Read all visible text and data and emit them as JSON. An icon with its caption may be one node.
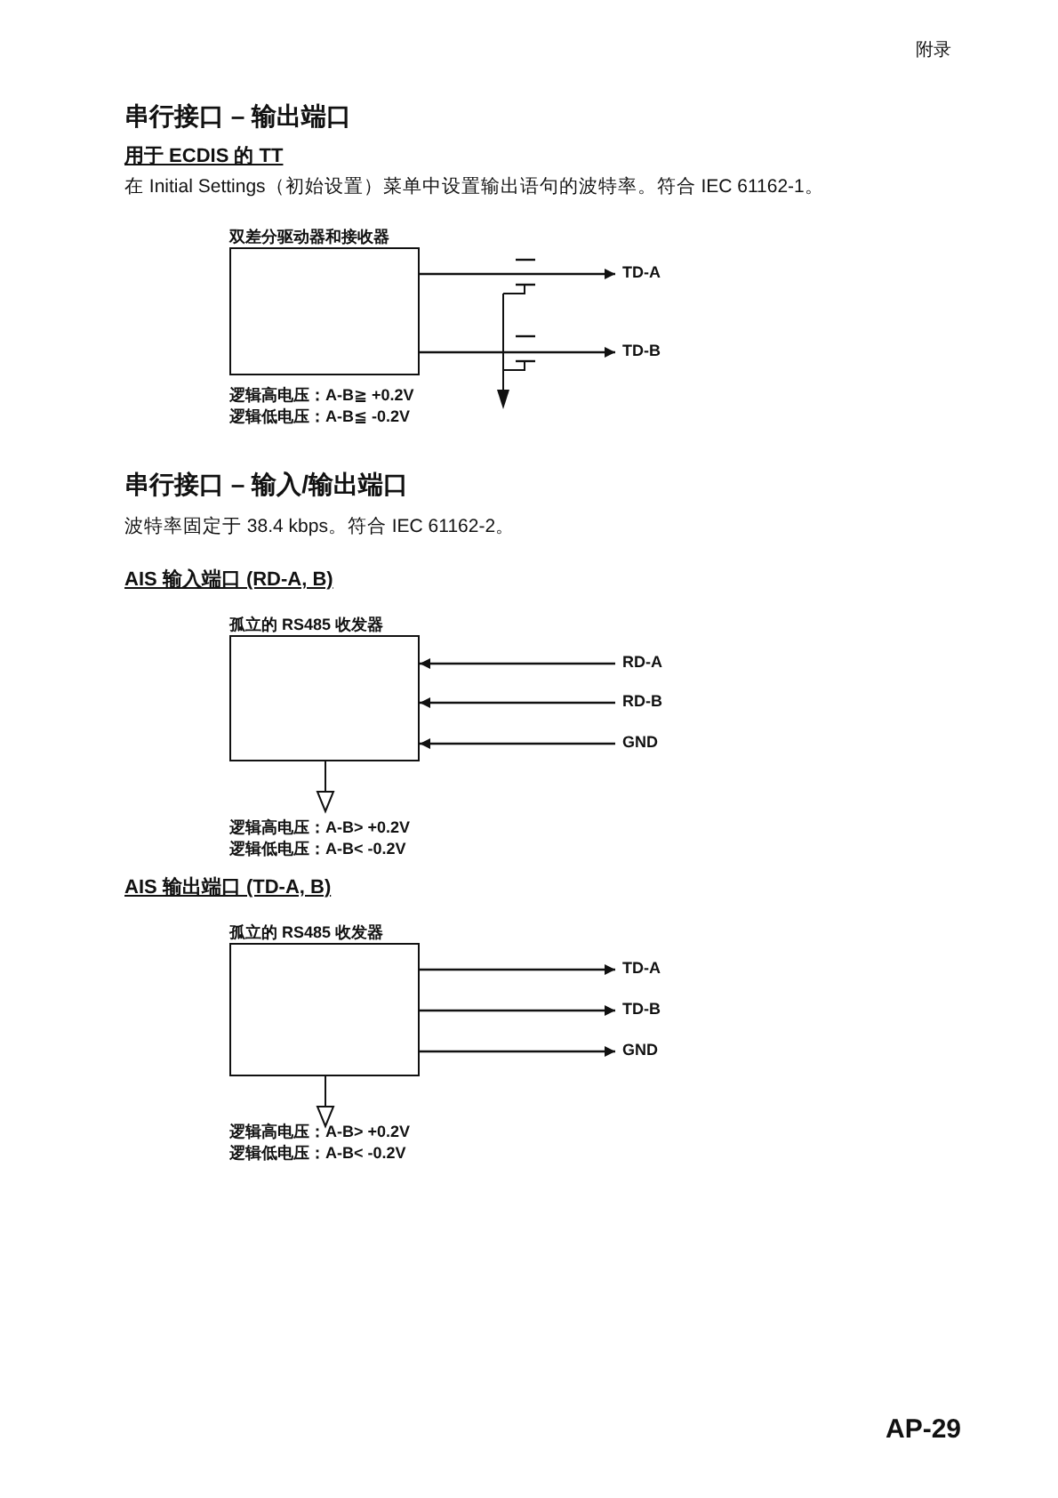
{
  "diagram": {
    "nodes": [
      {
        "text": [
          "双差分驱动器和接收器"
        ],
        "beside": [
          "逻辑高电压：A-B≧ +0.2V",
          "逻辑低电压：A-B≦ -0.2V"
        ]
      },
      {
        "text": [
          "TD-A"
        ]
      },
      {
        "text": [
          "TD-B"
        ]
      },
      {
        "text": [
          "孤立的 RS485 收发器"
        ],
        "beside": [
          "逻辑高电压：A-B> +0.2V",
          "逻辑低电压：A-B< -0.2V"
        ]
      },
      {
        "text": [
          "RD-A"
        ]
      },
      {
        "text": [
          "RD-B"
        ]
      },
      {
        "text": [
          "GND"
        ]
      },
      {
        "text": [
          "孤立的 RS485 收发器"
        ],
        "beside": [
          "逻辑高电压：A-B> +0.2V",
          "逻辑低电压：A-B< -0.2V"
        ]
      },
      {
        "text": [
          "TD-A"
        ]
      },
      {
        "text": [
          "TD-B"
        ]
      },
      {
        "text": [
          "GND"
        ]
      }
    ],
    "edges": [
      {
        "from": 0,
        "to": 1,
        "arrow": "to"
      },
      {
        "from": 0,
        "to": 2,
        "arrow": "to"
      },
      {
        "from": 4,
        "to": 3,
        "arrow": "to"
      },
      {
        "from": 5,
        "to": 3,
        "arrow": "to"
      },
      {
        "from": 6,
        "to": 3,
        "arrow": "to"
      },
      {
        "from": 7,
        "to": 8,
        "arrow": "to"
      },
      {
        "from": 7,
        "to": 9,
        "arrow": "to"
      },
      {
        "from": 7,
        "to": 10,
        "arrow": "to"
      }
    ],
    "labels": [
      "附录",
      "串行接口 – 输出端口",
      "用于 ECDIS 的 TT",
      "在 Initial Settings（初始设置）菜单中设置输出语句的波特率。符合 IEC 61162-1。",
      "串行接口 – 输入/输出端口",
      "波特率固定于 38.4 kbps。符合 IEC 61162-2。",
      "AIS 输入端口 (RD-A, B)",
      "AIS 输出端口 (TD-A, B)",
      "AP-29"
    ]
  }
}
